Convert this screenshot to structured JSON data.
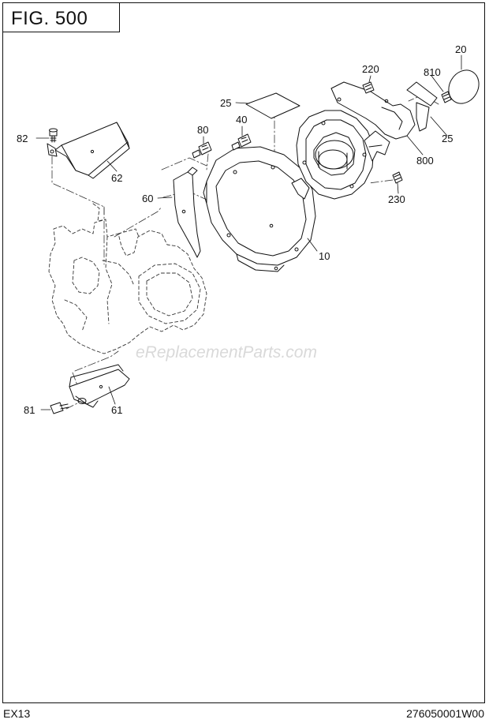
{
  "figure": {
    "title": "FIG. 500"
  },
  "footer": {
    "model": "EX13",
    "drawing_number": "276050001W00"
  },
  "watermark": "eReplacementParts.com",
  "callouts": {
    "c10": "10",
    "c20": "20",
    "c25a": "25",
    "c25b": "25",
    "c40": "40",
    "c60": "60",
    "c61": "61",
    "c62": "62",
    "c80": "80",
    "c81": "81",
    "c82": "82",
    "c220": "220",
    "c230": "230",
    "c800": "800",
    "c810": "810"
  }
}
